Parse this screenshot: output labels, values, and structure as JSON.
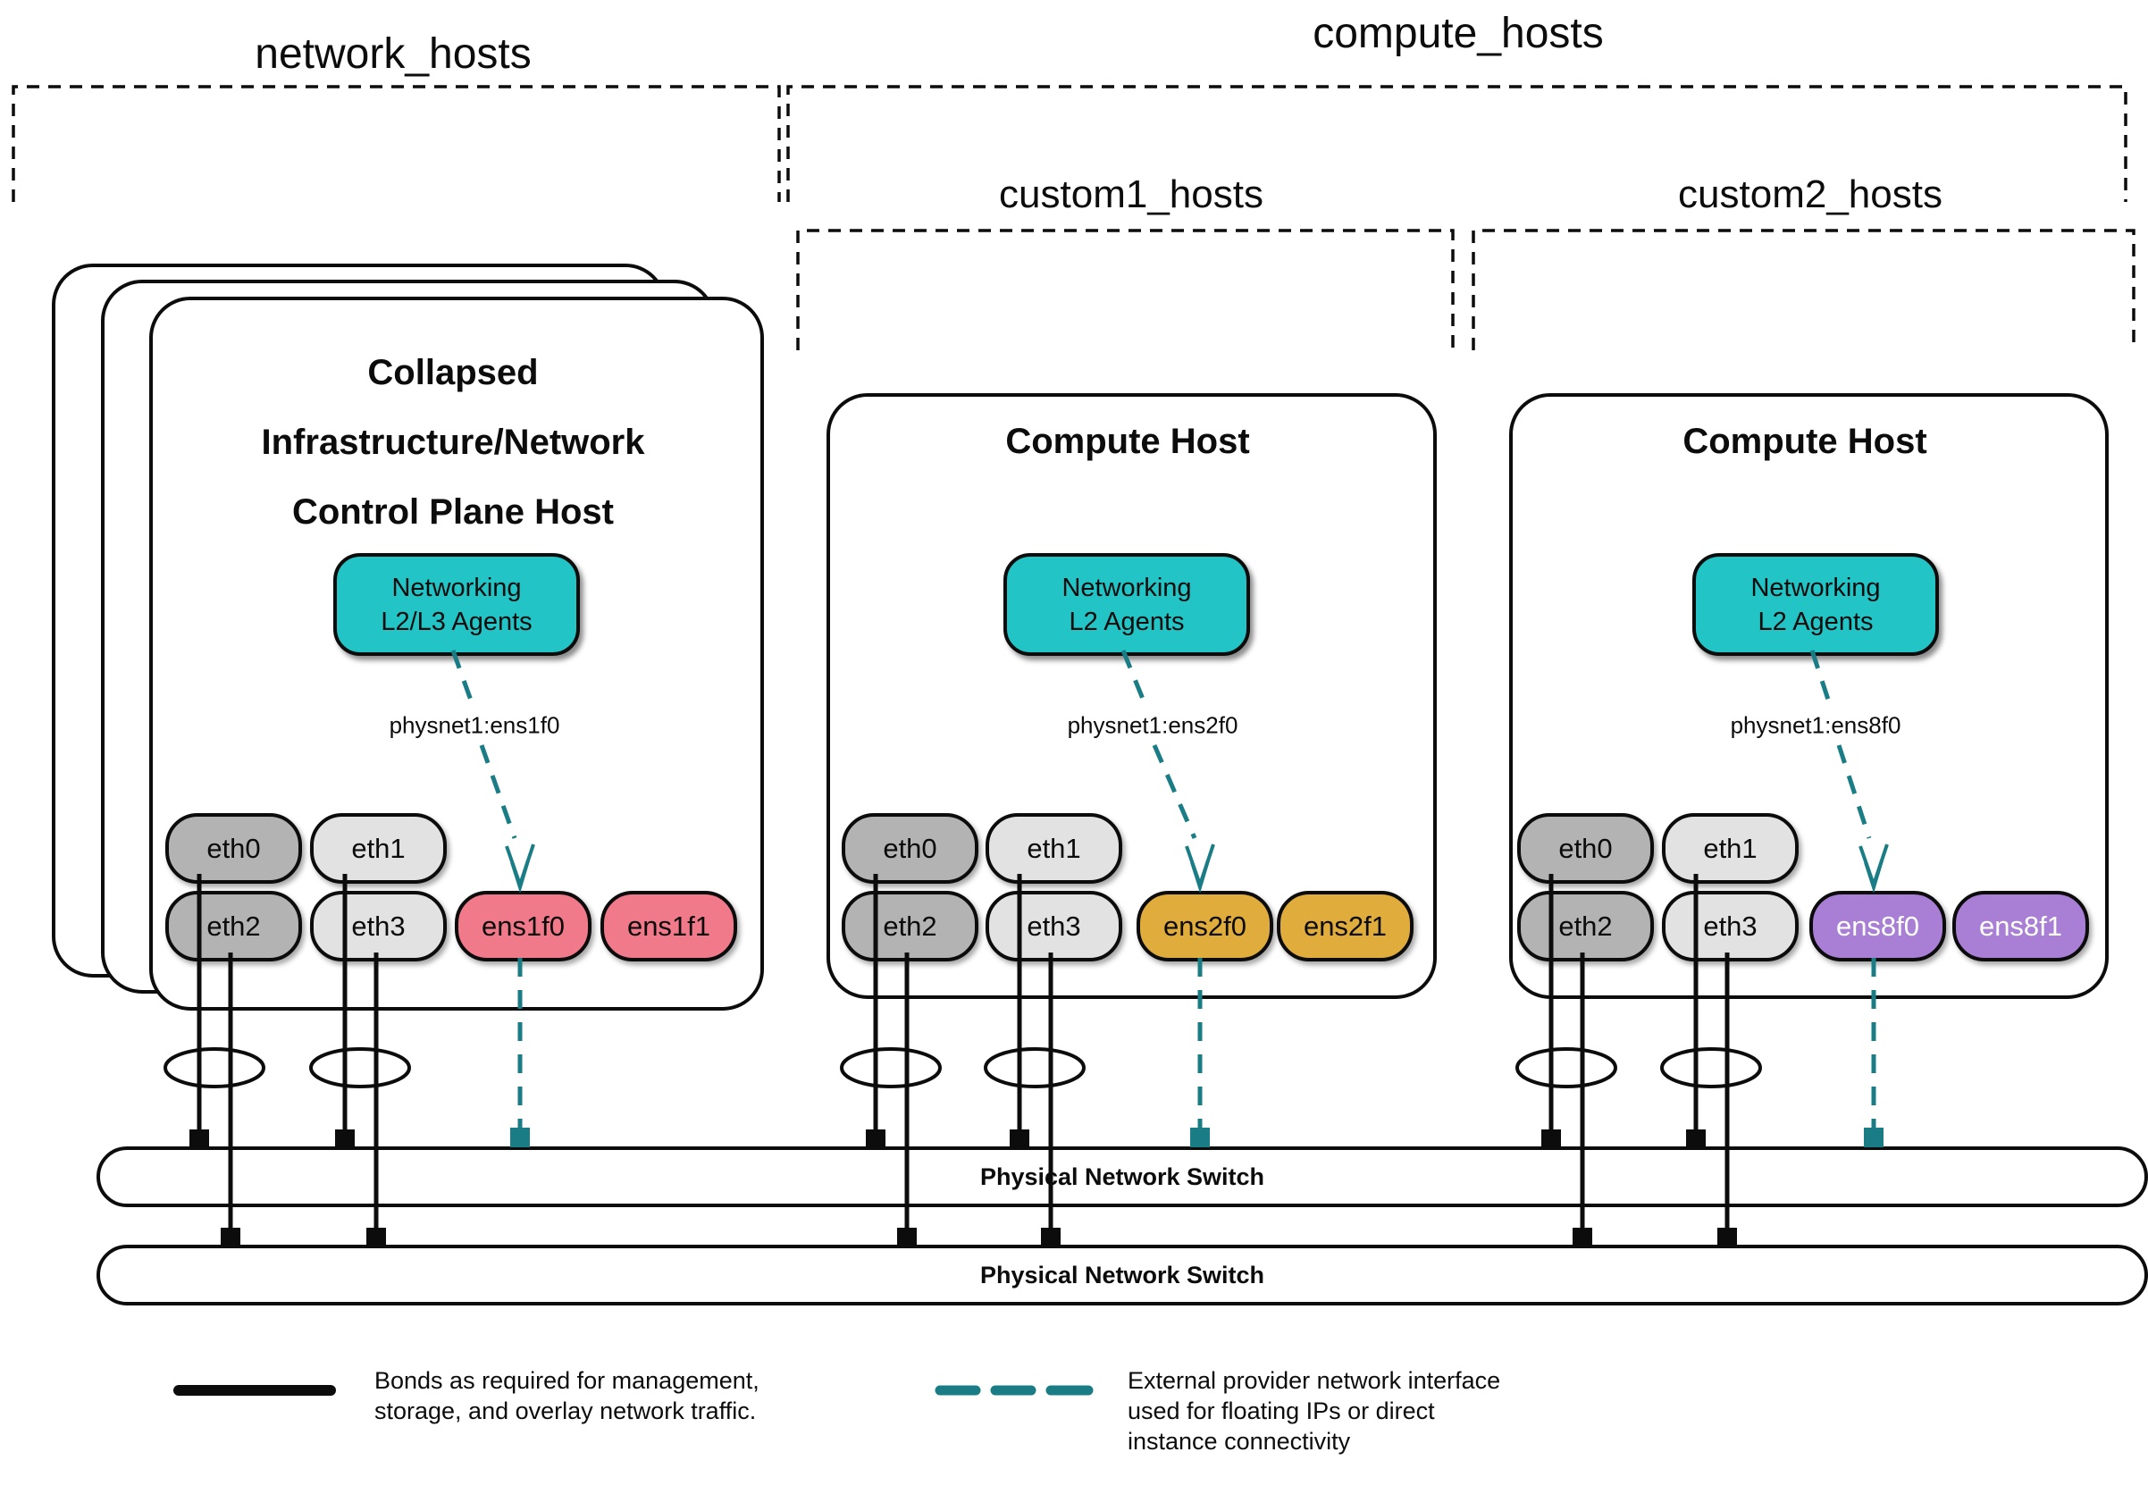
{
  "groups": {
    "network": {
      "label": "network_hosts"
    },
    "compute": {
      "label": "compute_hosts"
    },
    "custom1": {
      "label": "custom1_hosts"
    },
    "custom2": {
      "label": "custom2_hosts"
    }
  },
  "hosts": [
    {
      "title_lines": [
        "Collapsed",
        "Infrastructure/Network",
        "Control Plane Host"
      ],
      "agent_lines": [
        "Networking",
        "L2/L3 Agents"
      ],
      "physnet": "physnet1:ens1f0",
      "nics": [
        "eth0",
        "eth1",
        "eth2",
        "eth3",
        "ens1f0",
        "ens1f1"
      ]
    },
    {
      "title": "Compute Host",
      "agent_lines": [
        "Networking",
        "L2 Agents"
      ],
      "physnet": "physnet1:ens2f0",
      "nics": [
        "eth0",
        "eth1",
        "eth2",
        "eth3",
        "ens2f0",
        "ens2f1"
      ]
    },
    {
      "title": "Compute Host",
      "agent_lines": [
        "Networking",
        "L2 Agents"
      ],
      "physnet": "physnet1:ens8f0",
      "nics": [
        "eth0",
        "eth1",
        "eth2",
        "eth3",
        "ens8f0",
        "ens8f1"
      ]
    }
  ],
  "switches": [
    {
      "label": "Physical Network Switch"
    },
    {
      "label": "Physical Network Switch"
    }
  ],
  "legend": [
    {
      "swatch": "solid-black-line",
      "lines": [
        "Bonds as required for management,",
        "storage, and overlay network traffic."
      ]
    },
    {
      "swatch": "teal-dashed-line",
      "lines": [
        "External provider network interface",
        "used for floating IPs or direct",
        "instance connectivity"
      ]
    }
  ],
  "colors": {
    "agent_teal": "#22c4c6",
    "provider_teal": "#1a7d85",
    "nic_gray_dark": "#b3b3b3",
    "nic_gray_light": "#e2e2e2",
    "nic_pink": "#f0798a",
    "nic_gold": "#e0ac3c",
    "nic_purple": "#a87fd5"
  }
}
